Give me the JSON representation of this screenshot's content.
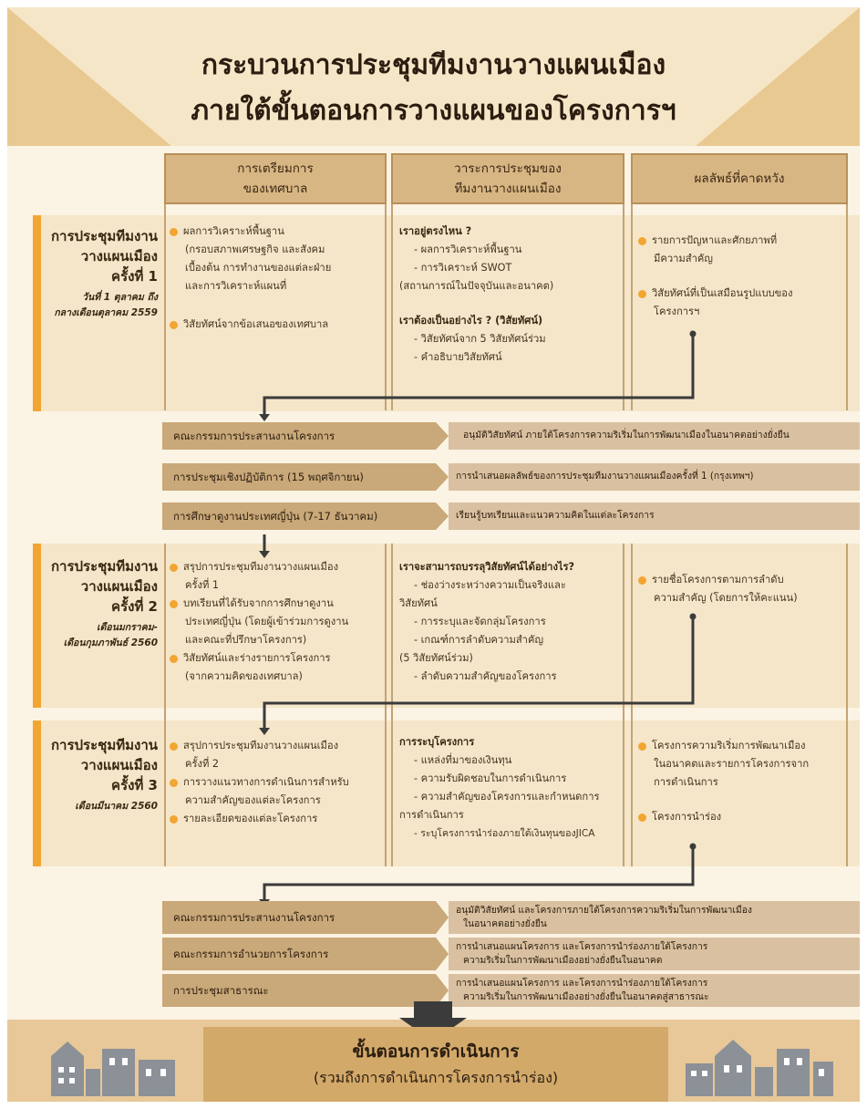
{
  "title": {
    "line1": "กระบวนการประชุมทีมงานวางแผนเมือง",
    "line2": "ภายใต้ขั้นตอนการวางแผนของโครงการฯ"
  },
  "columns": {
    "col1": {
      "line1": "การเตรียมการ",
      "line2": "ของเทศบาล"
    },
    "col2": {
      "line1": "วาระการประชุมของ",
      "line2": "ทีมงานวางแผนเมือง"
    },
    "col3": {
      "line1": "ผลลัพธ์ที่คาดหวัง"
    }
  },
  "row1": {
    "label": {
      "l1": "การประชุมทีมงาน",
      "l2": "วางแผนเมือง",
      "l3": "ครั้งที่ 1",
      "d1": "วันที่ 1 ตุลาคม ถึง",
      "d2": "กลางเดือนตุลาคม 2559"
    },
    "col1": {
      "b1": [
        "ผลการวิเคราะห์พื้นฐาน",
        "(กรอบสภาพเศรษฐกิจ และสังคม",
        "เบื้องต้น การทำงานของแต่ละฝ่าย",
        "และการวิเคราะห์แผนที่"
      ],
      "b2": [
        "วิสัยทัศน์จากข้อเสนอของเทศบาล"
      ]
    },
    "col2": {
      "h1": "เราอยู่ตรงไหน ?",
      "h1_items": [
        "- ผลการวิเคราะห์พื้นฐาน",
        "- การวิเคราะห์ SWOT",
        "(สถานการณ์ในปัจจุบันและอนาคต)"
      ],
      "h2": "เราต้องเป็นอย่างไร ? (วิสัยทัศน์)",
      "h2_items": [
        "- วิสัยทัศน์จาก 5 วิสัยทัศน์ร่วม",
        "- คำอธิบายวิสัยทัศน์"
      ]
    },
    "col3": {
      "b1": [
        "รายการปัญหาและศักยภาพที่",
        "มีความสำคัญ"
      ],
      "b2": [
        "วิสัยทัศน์ที่เป็นเสมือนรูปแบบของ",
        "โครงการฯ"
      ]
    }
  },
  "bars1": [
    {
      "label": "คณะกรรมการประสานงานโครงการ",
      "desc": "อนุมัติวิสัยทัศน์ ภายใต้โครงการความริเริ่มในการพัฒนาเมืองในอนาคตอย่างยั่งยืน"
    },
    {
      "label": "การประชุมเชิงปฏิบัติการ (15 พฤศจิกายน)",
      "desc": "การนำเสนอผลลัพธ์ของการประชุมทีมงานวางแผนเมืองครั้งที่ 1 (กรุงเทพฯ)"
    },
    {
      "label": "การศึกษาดูงานประเทศญี่ปุ่น  (7-17  ธันวาคม)",
      "desc": "เรียนรู้บทเรียนและแนวความคิดในแต่ละโครงการ"
    }
  ],
  "row2": {
    "label": {
      "l1": "การประชุมทีมงาน",
      "l2": "วางแผนเมือง",
      "l3": "ครั้งที่ 2",
      "d1": "เดือนมกราคม-",
      "d2": "เดือนกุมภาพันธ์ 2560"
    },
    "col1": {
      "b1": [
        "สรุปการประชุมทีมงานวางแผนเมือง",
        "ครั้งที่ 1"
      ],
      "b2": [
        "บทเรียนที่ได้รับจากการศึกษาดูงาน",
        "ประเทศญี่ปุ่น (โดยผู้เข้าร่วมการดูงาน",
        "และคณะที่ปรึกษาโครงการ)"
      ],
      "b3": [
        "วิสัยทัศน์และร่างรายการโครงการ",
        "(จากความคิดของเทศบาล)"
      ]
    },
    "col2": {
      "h1": "เราจะสามารถบรรลุวิสัยทัศน์ได้อย่างไร?",
      "items": [
        "- ช่องว่างระหว่างความเป็นจริงและ",
        "วิสัยทัศน์",
        "- การระบุและจัดกลุ่มโครงการ",
        "- เกณฑ์การลำดับความสำคัญ",
        "(5 วิสัยทัศน์ร่วม)",
        "- ลำดับความสำคัญของโครงการ"
      ]
    },
    "col3": {
      "b1": [
        "รายชื่อโครงการตามการลำดับ",
        "ความสำคัญ (โดยการให้คะแนน)"
      ]
    }
  },
  "row3": {
    "label": {
      "l1": "การประชุมทีมงาน",
      "l2": "วางแผนเมือง",
      "l3": "ครั้งที่ 3",
      "d1": "เดือนมีนาคม 2560"
    },
    "col1": {
      "b1": [
        "สรุปการประชุมทีมงานวางแผนเมือง",
        "ครั้งที่ 2"
      ],
      "b2": [
        "การวางแนวทางการดำเนินการสำหรับ",
        "ความสำคัญของแต่ละโครงการ"
      ],
      "b3": [
        "รายละเอียดของแต่ละโครงการ"
      ]
    },
    "col2": {
      "h1": "การระบุโครงการ",
      "items": [
        "- แหล่งที่มาของเงินทุน",
        "- ความรับผิดชอบในการดำเนินการ",
        "- ความสำคัญของโครงการและกำหนดการ",
        "การดำเนินการ",
        "- ระบุโครงการนำร่องภายใต้เงินทุนของJICA"
      ]
    },
    "col3": {
      "b1": [
        "โครงการความริเริ่มการพัฒนาเมือง",
        "ในอนาคตและรายการโครงการจาก",
        "การดำเนินการ"
      ],
      "b2": [
        "โครงการนำร่อง"
      ]
    }
  },
  "bars2": [
    {
      "label": "คณะกรรมการประสานงานโครงการ",
      "desc1": "อนุมัติวิสัยทัศน์ และโครงการภายใต้โครงการความริเริ่มในการพัฒนาเมือง",
      "desc2": "ในอนาคตอย่างยั่งยืน"
    },
    {
      "label": "คณะกรรมการอำนวยการโครงการ",
      "desc1": "การนำเสนอแผนโครงการ และโครงการนำร่องภายใต้โครงการ",
      "desc2": "ความริเริ่มในการพัฒนาเมืองอย่างยั่งยืนในอนาคต"
    },
    {
      "label": "การประชุมสาธารณะ",
      "desc1": "การนำเสนอแผนโครงการ และโครงการนำร่องภายใต้โครงการ",
      "desc2": "ความริเริ่มในการพัฒนาเมืองอย่างยั่งยืนในอนาคตสู่สาธารณะ"
    }
  ],
  "footer": {
    "line1": "ขั้นตอนการดำเนินการ",
    "line2": "(รวมถึงการดำเนินการโครงการนำร่อง)"
  },
  "colors": {
    "accent": "#f2a531",
    "bar": "#cfb089",
    "header": "#d8b684",
    "connector": "#3b3b3b"
  }
}
